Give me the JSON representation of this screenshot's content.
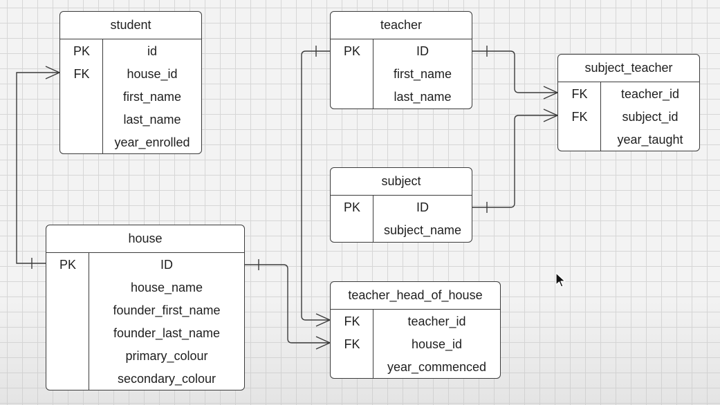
{
  "entities": {
    "student": {
      "title": "student",
      "rows": [
        {
          "key": "PK",
          "field": "id"
        },
        {
          "key": "FK",
          "field": "house_id"
        },
        {
          "key": "",
          "field": "first_name"
        },
        {
          "key": "",
          "field": "last_name"
        },
        {
          "key": "",
          "field": "year_enrolled"
        }
      ]
    },
    "teacher": {
      "title": "teacher",
      "rows": [
        {
          "key": "PK",
          "field": "ID"
        },
        {
          "key": "",
          "field": "first_name"
        },
        {
          "key": "",
          "field": "last_name"
        }
      ]
    },
    "subject_teacher": {
      "title": "subject_teacher",
      "rows": [
        {
          "key": "FK",
          "field": "teacher_id"
        },
        {
          "key": "FK",
          "field": "subject_id"
        },
        {
          "key": "",
          "field": "year_taught"
        }
      ]
    },
    "subject": {
      "title": "subject",
      "rows": [
        {
          "key": "PK",
          "field": "ID"
        },
        {
          "key": "",
          "field": "subject_name"
        }
      ]
    },
    "house": {
      "title": "house",
      "rows": [
        {
          "key": "PK",
          "field": "ID"
        },
        {
          "key": "",
          "field": "house_name"
        },
        {
          "key": "",
          "field": "founder_first_name"
        },
        {
          "key": "",
          "field": "founder_last_name"
        },
        {
          "key": "",
          "field": "primary_colour"
        },
        {
          "key": "",
          "field": "secondary_colour"
        }
      ]
    },
    "teacher_head_of_house": {
      "title": "teacher_head_of_house",
      "rows": [
        {
          "key": "FK",
          "field": "teacher_id"
        },
        {
          "key": "FK",
          "field": "house_id"
        },
        {
          "key": "",
          "field": "year_commenced"
        }
      ]
    }
  },
  "relationships": [
    {
      "from": "house.ID",
      "to": "student.house_id",
      "cardinality": "one-to-many"
    },
    {
      "from": "teacher.ID",
      "to": "subject_teacher.teacher_id",
      "cardinality": "one-to-many"
    },
    {
      "from": "subject.ID",
      "to": "subject_teacher.subject_id",
      "cardinality": "one-to-many"
    },
    {
      "from": "teacher.ID",
      "to": "teacher_head_of_house.teacher_id",
      "cardinality": "one-to-many"
    },
    {
      "from": "house.ID",
      "to": "teacher_head_of_house.house_id",
      "cardinality": "one-to-many"
    }
  ],
  "colors": {
    "line": "#3a3a3a",
    "entity_fill": "#ffffff",
    "canvas": "#f3f3f3",
    "grid": "#d6d6d6"
  },
  "icons": {
    "cursor": "mouse-pointer-icon"
  }
}
